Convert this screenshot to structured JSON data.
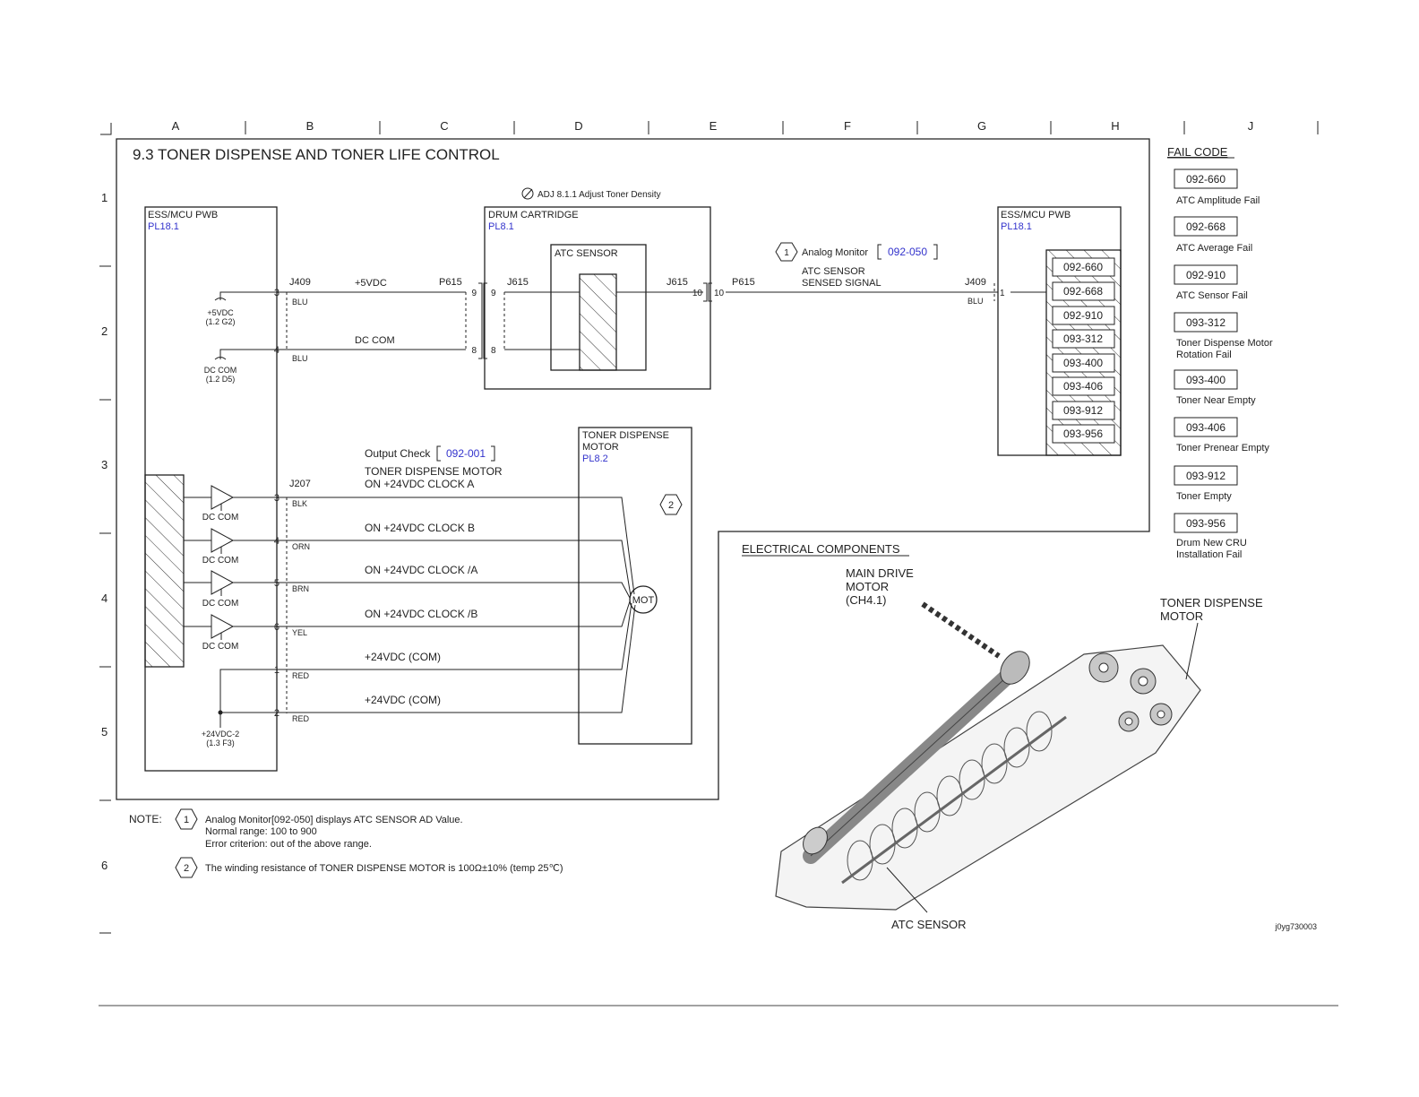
{
  "grid": {
    "columns": [
      "A",
      "B",
      "C",
      "D",
      "E",
      "F",
      "G",
      "H",
      "J"
    ],
    "rows": [
      "1",
      "2",
      "3",
      "4",
      "5",
      "6"
    ]
  },
  "title": "9.3 TONER DISPENSE AND TONER LIFE CONTROL",
  "adj_note": "ADJ 8.1.1 Adjust Toner Density",
  "ess_left": {
    "name": "ESS/MCU PWB",
    "ref": "PL18.1"
  },
  "ess_right": {
    "name": "ESS/MCU PWB",
    "ref": "PL18.1"
  },
  "drum": {
    "name": "DRUM CARTRIDGE",
    "ref": "PL8.1",
    "sensor": "ATC SENSOR"
  },
  "motor": {
    "name_line1": "TONER DISPENSE",
    "name_line2": "MOTOR",
    "ref": "PL8.2",
    "symbol": "MOT"
  },
  "top_circuit": {
    "j409": "J409",
    "p615": "P615",
    "j615": "J615",
    "p615b": "P615",
    "j409b": "J409",
    "pin3": "3",
    "pin4": "4",
    "pin9a": "9",
    "pin9b": "9",
    "pin8a": "8",
    "pin8b": "8",
    "pin10a": "10",
    "pin10b": "10",
    "pin1": "1",
    "v5": "+5VDC",
    "dccom": "DC COM",
    "blu1": "BLU",
    "blu2": "BLU",
    "blu3": "BLU",
    "supply5": "+5VDC",
    "supply5ref": "(1.2 G2)",
    "dccom_src": "DC COM",
    "dccom_ref": "(1.2 D5)",
    "analog_label": "Analog Monitor",
    "analog_code": "092-050",
    "sig1": "ATC SENSOR",
    "sig2": "SENSED SIGNAL",
    "note1": "1"
  },
  "bottom_circuit": {
    "output_label": "Output Check",
    "output_code": "092-001",
    "j207": "J207",
    "motor_on": "TONER DISPENSE MOTOR",
    "clkA": "ON +24VDC CLOCK  A",
    "clkB": "ON +24VDC CLOCK  B",
    "clknA": "ON +24VDC CLOCK  /A",
    "clknB": "ON +24VDC CLOCK  /B",
    "com1": "+24VDC (COM)",
    "com2": "+24VDC (COM)",
    "pins": [
      "3",
      "4",
      "5",
      "6",
      "1",
      "2"
    ],
    "colors": [
      "BLK",
      "ORN",
      "BRN",
      "YEL",
      "RED",
      "RED"
    ],
    "dccom": "DC COM",
    "supply24": "+24VDC-2",
    "supply24ref": "(1.3 F3)",
    "note2": "2"
  },
  "fault_codes_in_pwb": [
    "092-660",
    "092-668",
    "092-910",
    "093-312",
    "093-400",
    "093-406",
    "093-912",
    "093-956"
  ],
  "fail_code": {
    "heading": "FAIL CODE",
    "items": [
      {
        "code": "092-660",
        "desc": [
          "ATC Amplitude Fail"
        ]
      },
      {
        "code": "092-668",
        "desc": [
          "ATC Average Fail"
        ]
      },
      {
        "code": "092-910",
        "desc": [
          "ATC Sensor Fail"
        ]
      },
      {
        "code": "093-312",
        "desc": [
          "Toner Dispense Motor",
          "Rotation Fail"
        ]
      },
      {
        "code": "093-400",
        "desc": [
          "Toner Near Empty"
        ]
      },
      {
        "code": "093-406",
        "desc": [
          "Toner Prenear Empty"
        ]
      },
      {
        "code": "093-912",
        "desc": [
          "Toner Empty"
        ]
      },
      {
        "code": "093-956",
        "desc": [
          "Drum New CRU",
          "Installation Fail"
        ]
      }
    ]
  },
  "components": {
    "heading": "ELECTRICAL COMPONENTS",
    "main_drive": [
      "MAIN DRIVE",
      "MOTOR",
      "(CH4.1)"
    ],
    "toner_motor": [
      "TONER DISPENSE",
      "MOTOR"
    ],
    "atc_sensor": "ATC SENSOR",
    "image_id": "j0yg730003"
  },
  "notes": {
    "label": "NOTE:",
    "n1_num": "1",
    "n1_lines": [
      "Analog Monitor[092-050] displays ATC SENSOR AD Value.",
      "Normal range: 100 to 900",
      "Error criterion: out of the above range."
    ],
    "n2_num": "2",
    "n2_line": "The winding resistance of TONER DISPENSE  MOTOR is 100Ω±10% (temp 25℃)"
  }
}
